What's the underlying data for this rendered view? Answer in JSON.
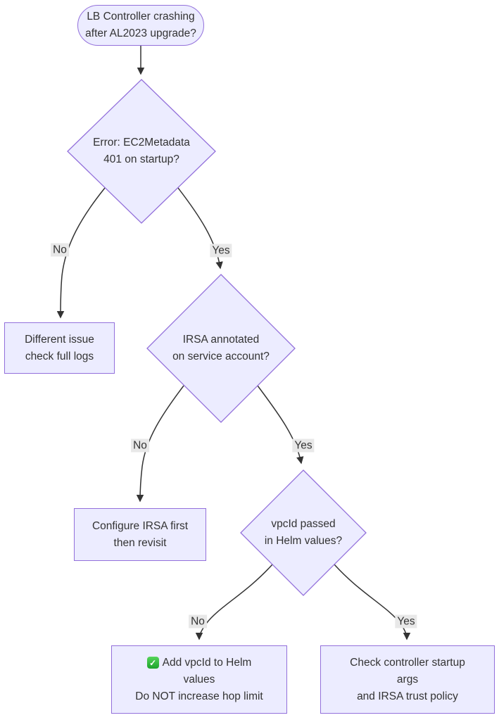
{
  "diagram": {
    "type": "flowchart",
    "direction": "top-down",
    "colors": {
      "background": "#ffffff",
      "node_fill": "#ECECFF",
      "node_border": "#9370DB",
      "edge_line": "#333333",
      "edge_label_bg": "#e8e8e8",
      "text": "#333333",
      "check_icon_green": "#2bb13a"
    },
    "icons": {
      "check": {
        "emoji": "✅",
        "glyph": "✓",
        "name": "white-check-mark"
      }
    },
    "nodes": [
      {
        "id": "start",
        "shape": "stadium",
        "lines": [
          "LB Controller crashing",
          "after AL2023 upgrade?"
        ]
      },
      {
        "id": "q1",
        "shape": "diamond",
        "lines": [
          "Error: EC2Metadata",
          "401 on startup?"
        ]
      },
      {
        "id": "different-issue",
        "shape": "rect",
        "lines": [
          "Different issue",
          "check full logs"
        ]
      },
      {
        "id": "q2",
        "shape": "diamond",
        "lines": [
          "IRSA annotated",
          "on service account?"
        ]
      },
      {
        "id": "configure-irsa",
        "shape": "rect",
        "lines": [
          "Configure IRSA first",
          "then revisit"
        ]
      },
      {
        "id": "q3",
        "shape": "diamond",
        "lines": [
          "vpcId passed",
          "in Helm values?"
        ]
      },
      {
        "id": "add-vpcid",
        "shape": "rect",
        "has_check_icon": true,
        "lines": [
          "Add vpcId to Helm",
          "values",
          "Do NOT increase hop limit"
        ]
      },
      {
        "id": "check-args",
        "shape": "rect",
        "lines": [
          "Check controller startup",
          "args",
          "and IRSA trust policy"
        ]
      }
    ],
    "edges": [
      {
        "from": "start",
        "to": "q1",
        "label": ""
      },
      {
        "from": "q1",
        "to": "different-issue",
        "label": "No"
      },
      {
        "from": "q1",
        "to": "q2",
        "label": "Yes"
      },
      {
        "from": "q2",
        "to": "configure-irsa",
        "label": "No"
      },
      {
        "from": "q2",
        "to": "q3",
        "label": "Yes"
      },
      {
        "from": "q3",
        "to": "add-vpcid",
        "label": "No"
      },
      {
        "from": "q3",
        "to": "check-args",
        "label": "Yes"
      }
    ]
  }
}
